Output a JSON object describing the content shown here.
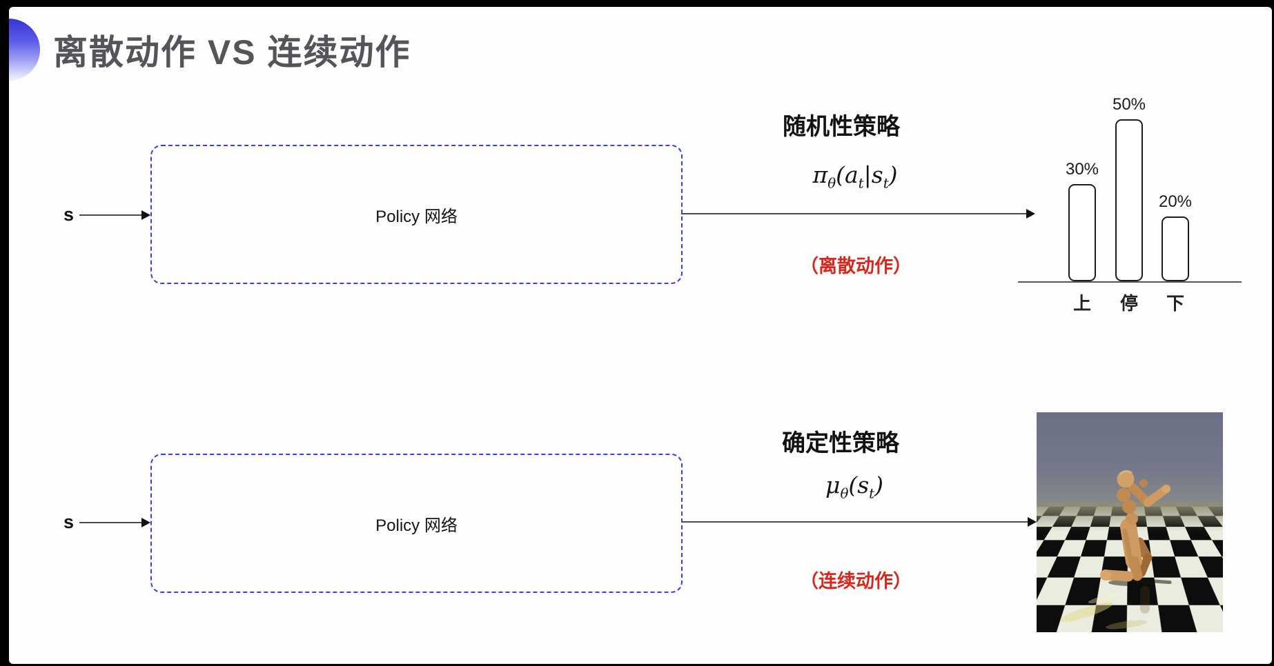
{
  "slide": {
    "title": "离散动作 VS 连续动作"
  },
  "rows": [
    {
      "input_label": "s",
      "box_label": "Policy 网络",
      "policy_type": "随机性策略",
      "formula": [
        {
          "t": "π",
          "sub": "θ"
        },
        {
          "t": "("
        },
        {
          "t": "a",
          "sub": "t"
        },
        {
          "t": "|"
        },
        {
          "t": "s",
          "sub": "t"
        },
        {
          "t": ")"
        }
      ],
      "action_caption": "（离散动作）"
    },
    {
      "input_label": "s",
      "box_label": "Policy 网络",
      "policy_type": "确定性策略",
      "formula": [
        {
          "t": "μ",
          "sub": "θ"
        },
        {
          "t": "("
        },
        {
          "t": "s",
          "sub": "t"
        },
        {
          "t": ")"
        }
      ],
      "action_caption": "（连续动作）"
    }
  ],
  "chart_data": {
    "type": "bar",
    "categories": [
      "上",
      "停",
      "下"
    ],
    "values": [
      30,
      50,
      20
    ],
    "labels": [
      "30%",
      "50%",
      "20%"
    ],
    "title": "",
    "xlabel": "",
    "ylabel": "",
    "ylim": [
      0,
      55
    ],
    "grid": false,
    "legend": false
  },
  "colors": {
    "accent_blue": "#3d3dd8",
    "caption_red": "#d5281e",
    "title_gray": "#545459"
  }
}
